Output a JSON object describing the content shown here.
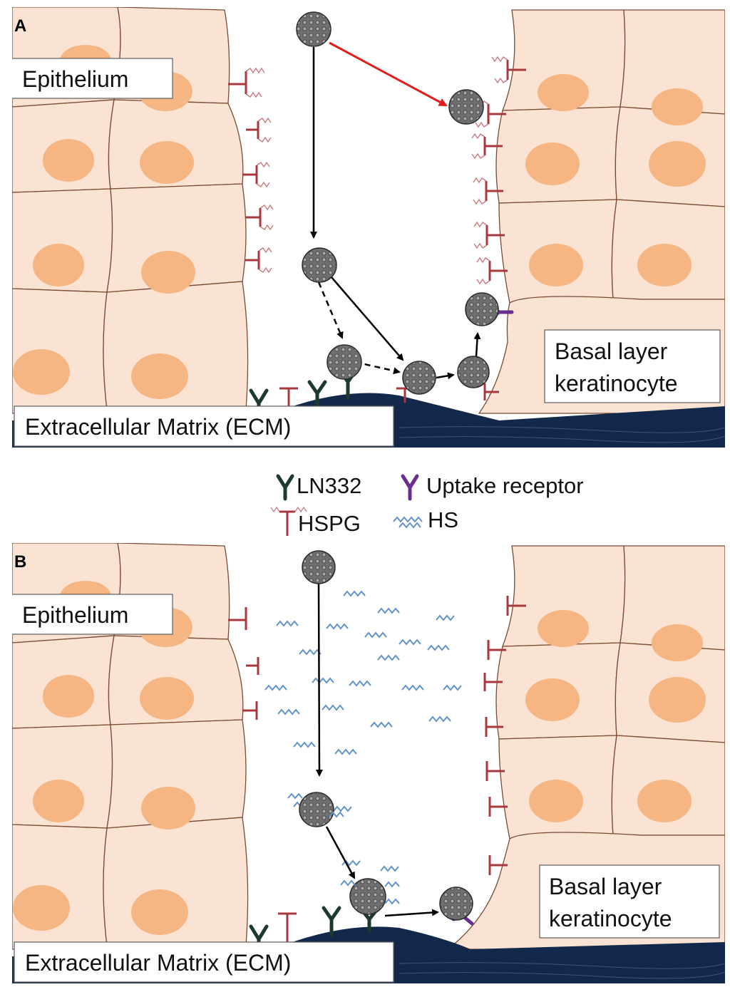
{
  "panels": [
    {
      "letter": "A",
      "epithelium_label": "Epithelium",
      "basal_label_line1": "Basal layer",
      "basal_label_line2": "keratinocyte",
      "ecm_label": "Extracellular Matrix (ECM)"
    },
    {
      "letter": "B",
      "epithelium_label": "Epithelium",
      "basal_label_line1": "Basal layer",
      "basal_label_line2": "keratinocyte",
      "ecm_label": "Extracellular Matrix (ECM)"
    }
  ],
  "legend": {
    "ln332": "LN332",
    "uptake_receptor": "Uptake receptor",
    "hspg": "HSPG",
    "hs": "HS"
  },
  "colors": {
    "cell_fill": "#fae3d3",
    "cell_stroke": "#7a4a33",
    "nucleus": "#f5b683",
    "ecm": "#13294b",
    "ln332": "#1e3a2c",
    "uptake_receptor": "#6a2d91",
    "hspg": "#a9383e",
    "hs": "#5f92c8",
    "virus": "#7d7d7d",
    "arrow": "#000000",
    "arrow_highlight": "#e21d1d"
  }
}
